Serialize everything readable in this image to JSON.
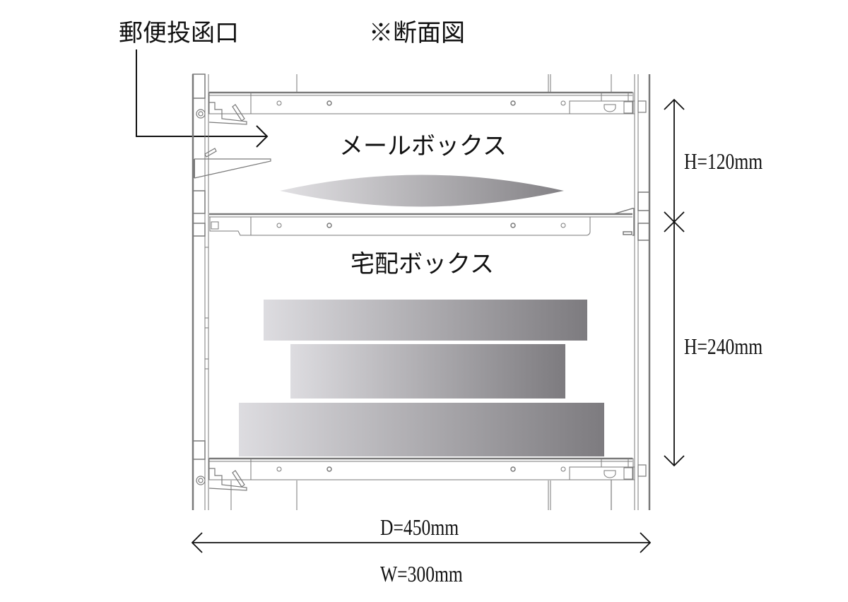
{
  "diagram": {
    "title": "※断面図",
    "slot_label": "郵便投函口",
    "compartments": [
      {
        "name": "メールボックス",
        "height_label": "H=120mm"
      },
      {
        "name": "宅配ボックス",
        "height_label": "H=240mm"
      }
    ],
    "depth_label": "D=450mm",
    "width_label": "W=300mm",
    "colors": {
      "line": "#111111",
      "frame": "#7a7a7a",
      "gradient_light": "#dcdbdf",
      "gradient_dark": "#7e7c80"
    }
  }
}
